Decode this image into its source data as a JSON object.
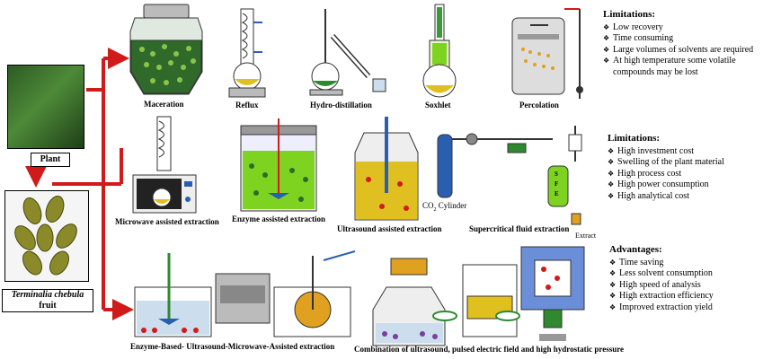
{
  "labels": {
    "plant": "Plant",
    "fruit_species": "Terminalia chebula",
    "fruit_word": "fruit",
    "maceration": "Maceration",
    "reflux": "Reflux",
    "hydro": "Hydro-distillation",
    "soxhlet": "Soxhlet",
    "percolation": "Percolation",
    "microwave": "Microwave assisted extraction",
    "enzyme": "Enzyme assisted extraction",
    "ultrasound": "Ultrasound assisted extraction",
    "co2": "CO",
    "co2_sub": "2",
    "co2_rest": " Cylinder",
    "sfe": "Supercritical fluid extraction",
    "extract": "Extract",
    "sfe_letters": [
      "S",
      "F",
      "E"
    ],
    "combo1": "Enzyme-Based- Ultrasound-Microwave-Assisted extraction",
    "combo2": "Combination of ultrasound, pulsed electric field and high hydrostatic pressure"
  },
  "boxes": {
    "conventional": {
      "title": "Limitations:",
      "items": [
        "Low recovery",
        "Time consuming",
        "Large volumes of solvents are required",
        "At high temperature some volatile",
        "compounds may be lost"
      ]
    },
    "sfe": {
      "title": "Limitations:",
      "items": [
        "High investment cost",
        "Swelling of the plant material",
        "High process cost",
        "High power consumption",
        "High analytical cost"
      ]
    },
    "combined": {
      "title": "Advantages:",
      "items": [
        "Time saving",
        "Less solvent consumption",
        "High speed of analysis",
        "High extraction efficiency",
        "Improved extraction yield"
      ]
    }
  },
  "colors": {
    "arrow": "#d11a1a",
    "green_liquid": "#2f8a2f",
    "light_green": "#7ed321",
    "yellow_liquid": "#e0c020",
    "gray_metal": "#9a9a9a",
    "blue": "#2a5fb0"
  }
}
